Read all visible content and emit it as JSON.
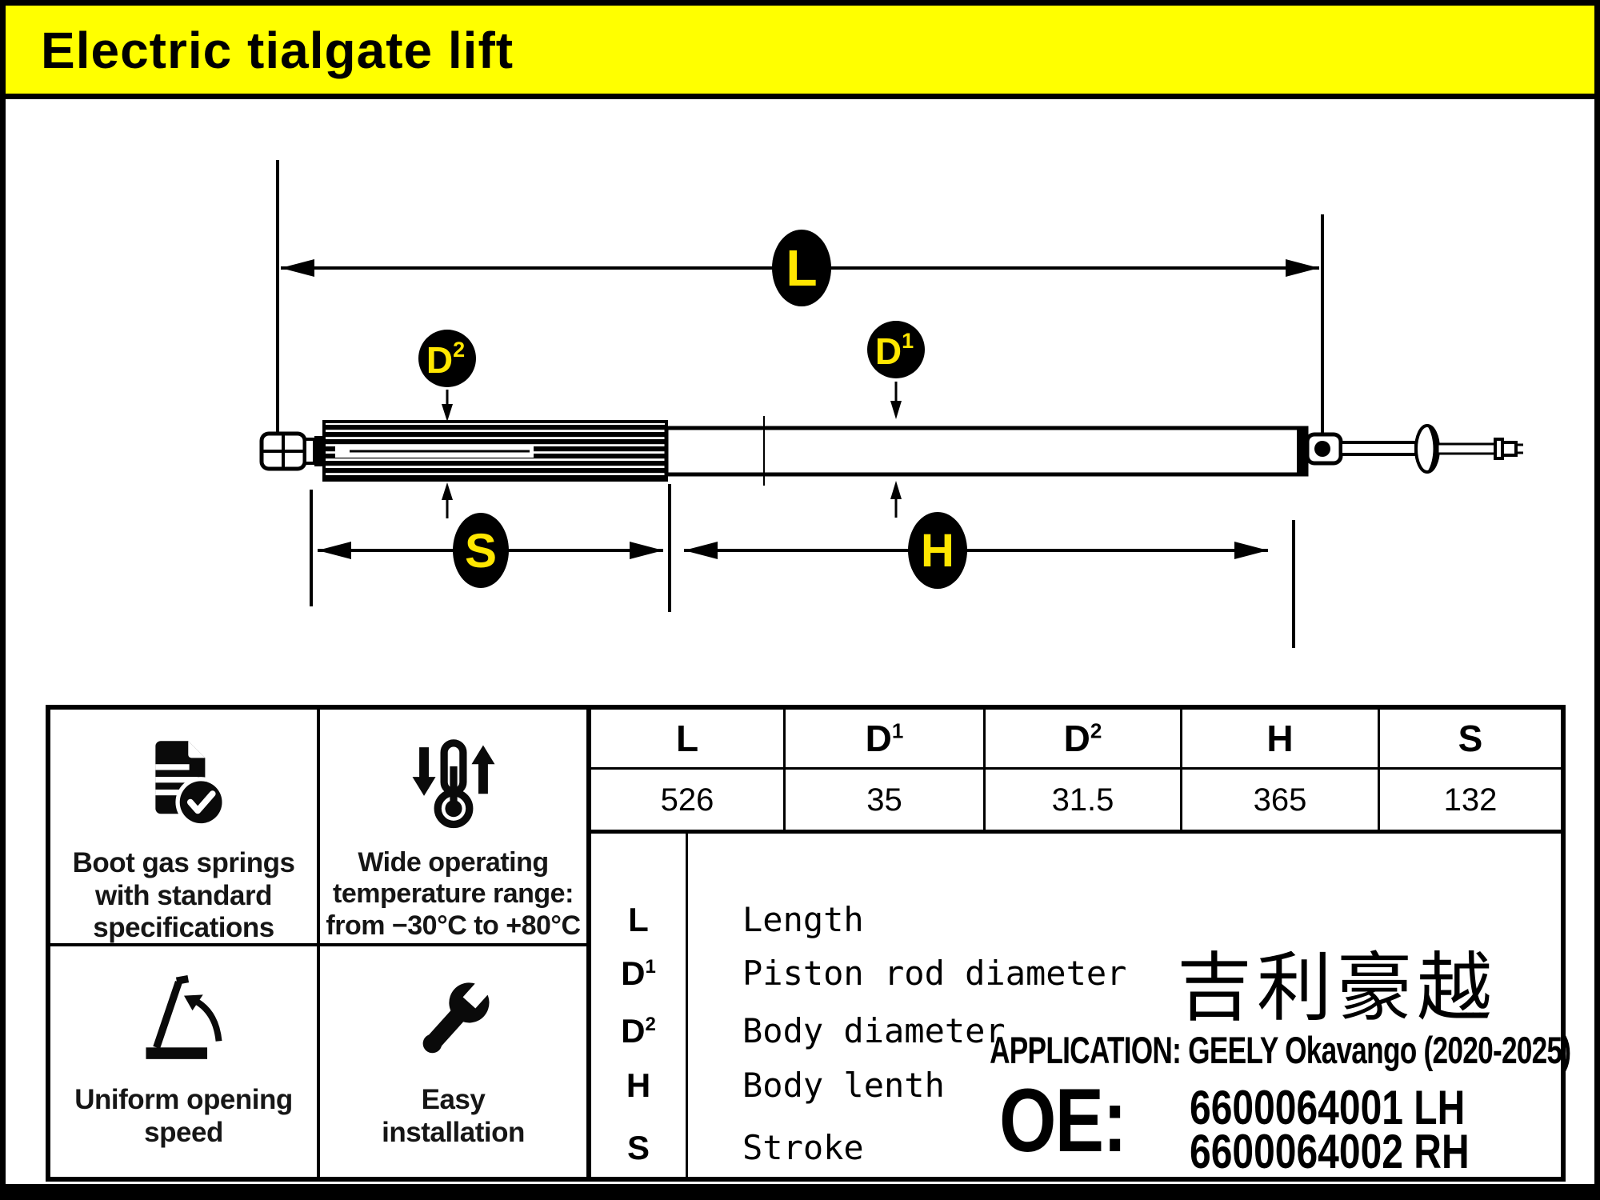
{
  "header": {
    "title": "Electric tialgate lift"
  },
  "diagram": {
    "badges": {
      "length": "L",
      "stroke": "S",
      "body_length": "H",
      "piston_base": "D",
      "piston_sup": "1",
      "body_base": "D",
      "body_sup": "2"
    }
  },
  "spec_table": {
    "headers": [
      {
        "base": "L",
        "sup": ""
      },
      {
        "base": "D",
        "sup": "1"
      },
      {
        "base": "D",
        "sup": "2"
      },
      {
        "base": "H",
        "sup": ""
      },
      {
        "base": "S",
        "sup": ""
      }
    ],
    "values": [
      "526",
      "35",
      "31.5",
      "365",
      "132"
    ]
  },
  "legend": {
    "rows": [
      {
        "sym": "L",
        "sup": "",
        "desc": "Length"
      },
      {
        "sym": "D",
        "sup": "1",
        "desc": "Piston rod diameter"
      },
      {
        "sym": "D",
        "sup": "2",
        "desc": "Body diameter"
      },
      {
        "sym": "H",
        "sup": "",
        "desc": "Body lenth"
      },
      {
        "sym": "S",
        "sup": "",
        "desc": "Stroke"
      }
    ]
  },
  "features": [
    {
      "icon": "document-check-icon",
      "caption": "Boot gas springs\nwith standard\nspecifications"
    },
    {
      "icon": "thermometer-range-icon",
      "caption": "Wide operating\ntemperature range:\nfrom −30°C to +80°C"
    },
    {
      "icon": "opening-angle-icon",
      "caption": "Uniform opening\nspeed"
    },
    {
      "icon": "wrench-icon",
      "caption": "Easy\ninstallation"
    }
  ],
  "product": {
    "chinese_name": "吉利豪越",
    "application": "APPLICATION: GEELY Okavango (2020-2025)",
    "oe_label": "OE:",
    "oe_line1": "6600064001 LH",
    "oe_line2": "6600064002 RH"
  },
  "colors": {
    "accent_yellow": "#ffff00",
    "badge_yellow": "#ffe600",
    "black": "#000000"
  }
}
